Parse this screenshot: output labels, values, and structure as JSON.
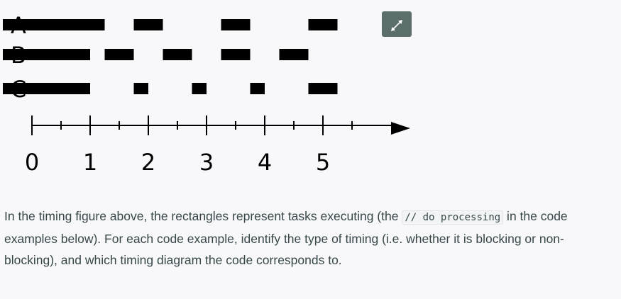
{
  "diagram": {
    "rows": [
      {
        "label": "A",
        "segments": [
          [
            -0.5,
            1.25
          ],
          [
            1.75,
            2.25
          ],
          [
            3.25,
            3.75
          ],
          [
            4.75,
            5.25
          ]
        ]
      },
      {
        "label": "B",
        "segments": [
          [
            -0.5,
            0.5
          ],
          [
            0.5,
            1.0
          ],
          [
            1.25,
            1.75
          ],
          [
            2.25,
            2.75
          ],
          [
            3.25,
            3.75
          ],
          [
            4.25,
            4.75
          ]
        ]
      },
      {
        "label": "C",
        "segments": [
          [
            -0.5,
            0.5
          ],
          [
            0.5,
            1.0
          ],
          [
            1.75,
            2.0
          ],
          [
            2.75,
            3.0
          ],
          [
            3.75,
            4.0
          ],
          [
            4.75,
            5.25
          ]
        ]
      }
    ],
    "axis": {
      "ticks": [
        "0",
        "1",
        "2",
        "3",
        "4",
        "5"
      ],
      "minor_ticks": [
        0.5,
        1.5,
        2.5,
        3.5,
        4.5,
        5.5
      ]
    }
  },
  "toolbar": {
    "expand_icon": "expand-arrows-icon",
    "expand_color": "#5c6e6b"
  },
  "caption": {
    "before": "In the timing figure above, the rectangles represent tasks executing (the ",
    "code": "// do processing",
    "after": " in the code examples below).  For each code example, identify the type of timing (i.e. whether it is blocking or non-blocking), and which timing diagram the code corresponds to."
  }
}
